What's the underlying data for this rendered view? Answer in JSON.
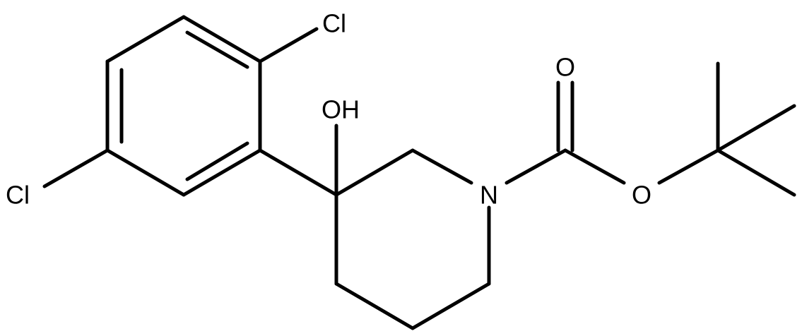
{
  "molecule": {
    "atoms": {
      "cl_top": "Cl",
      "cl_left": "Cl",
      "oh": "OH",
      "n": "N",
      "o_carbonyl": "O",
      "o_ester": "O"
    }
  },
  "colors": {
    "bond": "#000000",
    "label": "#000000",
    "background": "#ffffff"
  }
}
